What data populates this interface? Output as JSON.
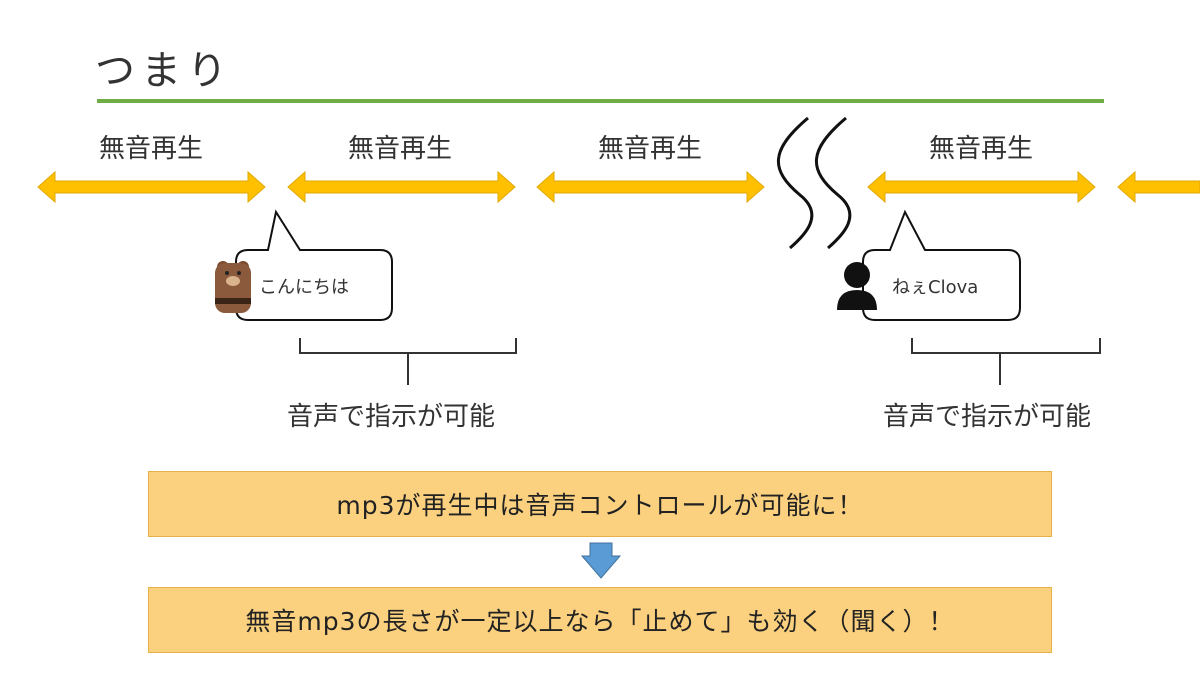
{
  "title": "つまり",
  "segment_label": "無音再生",
  "bubbles": {
    "left_text": "こんにちは",
    "right_text": "ねぇClova"
  },
  "captions": {
    "left": "音声で指示が可能",
    "right": "音声で指示が可能"
  },
  "boxes": {
    "top": "mp3が再生中は音声コントロールが可能に！",
    "bottom": "無音mp3の長さが一定以上なら「止めて」も効く（聞く）！"
  },
  "colors": {
    "accent_green": "#70ad47",
    "arrow_gold": "#ffc000",
    "box_fill": "#fbd17f",
    "down_arrow_blue": "#5b9bd5"
  },
  "icons": [
    "bear-icon",
    "person-icon"
  ]
}
